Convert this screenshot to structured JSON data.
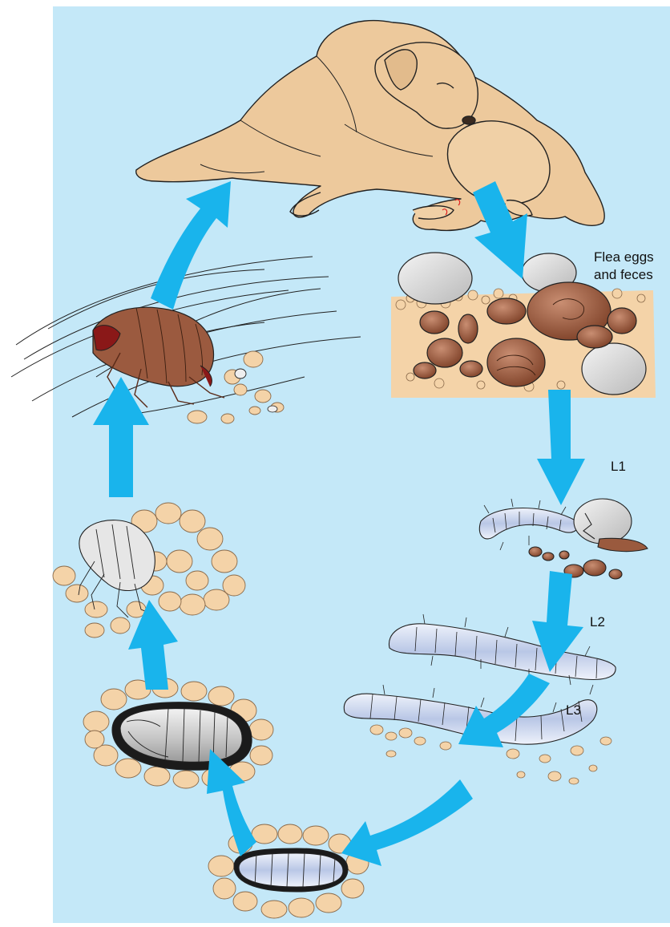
{
  "labels": {
    "flea_eggs_line1": "Flea eggs",
    "flea_eggs_line2": "and feces",
    "l1": "L1",
    "l2": "L2",
    "l3": "L3"
  },
  "colors": {
    "background": "#c4e8f8",
    "arrow": "#19b4ec",
    "dog": "#edc99c",
    "soil": "#f4d3a8",
    "feces": "#9a5a3e",
    "egg": "#d8d8d8",
    "larva": "#c8d3ea",
    "flea": "#9b5a3f",
    "flea_dark": "#8a1818",
    "pupa": "#d6d6d6",
    "outline": "#222222"
  }
}
